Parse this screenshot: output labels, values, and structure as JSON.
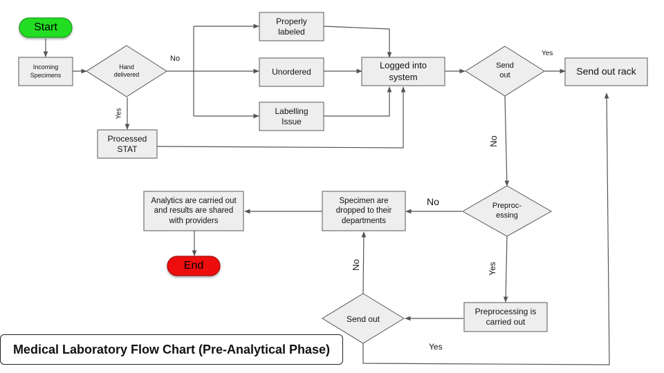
{
  "title": "Medical Laboratory Flow Chart (Pre-Analytical Phase)",
  "nodes": {
    "start": "Start",
    "incoming": "Incoming Specimens",
    "hand_delivered": "Hand delivered",
    "processed_stat": "Processed STAT",
    "properly_labeled": "Properly labeled",
    "unordered": "Unordered",
    "labelling_issue": "Labelling Issue",
    "logged": "Logged into system",
    "send_out_1": "Send out",
    "send_out_rack": "Send out rack",
    "preprocessing": "Preproc-essing",
    "specimen_dropped": "Specimen are dropped to their departments",
    "analytics": "Analytics are carried out and results are shared with providers",
    "end": "End",
    "preprocessing_carried": "Preprocessing is carried out",
    "send_out_2": "Send out"
  },
  "edge_labels": {
    "hand_no": "No",
    "hand_yes": "Yes",
    "send1_yes": "Yes",
    "send1_no": "No",
    "preproc_no": "No",
    "preproc_yes": "Yes",
    "send2_no": "No",
    "send2_yes": "Yes"
  },
  "colors": {
    "start": "#22dd22",
    "end": "#ee1111",
    "node_fill": "#eeeeee",
    "stroke": "#555555"
  }
}
